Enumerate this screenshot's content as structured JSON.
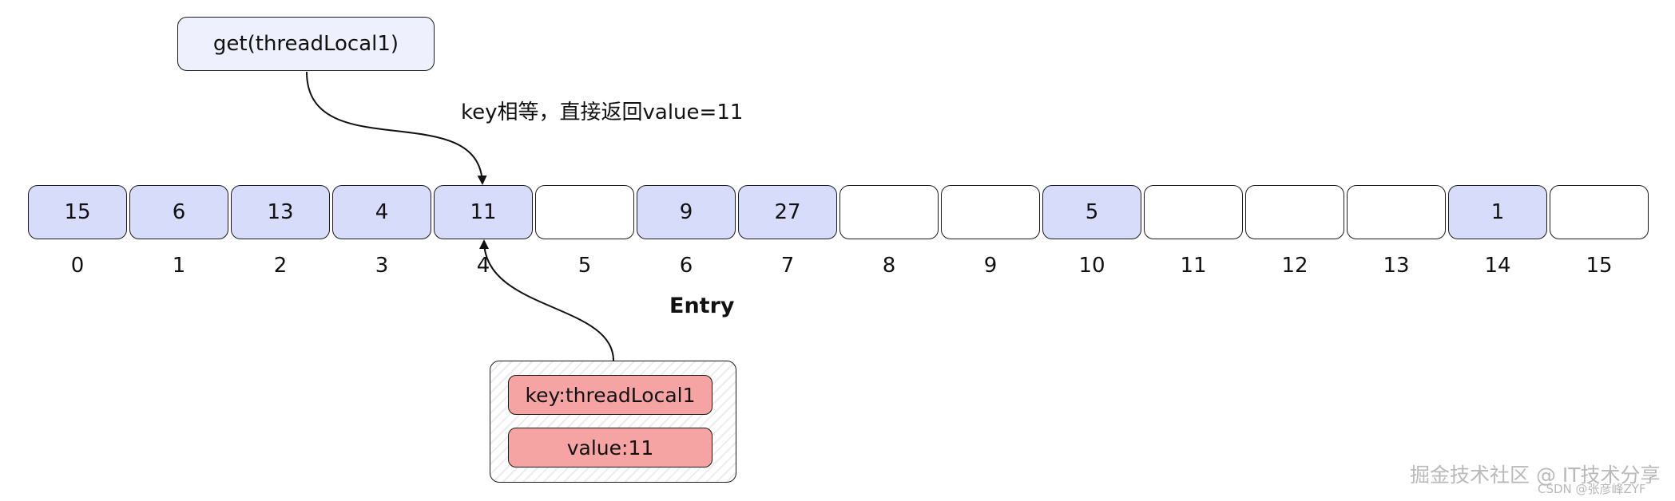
{
  "get_call": {
    "label": "get(threadLocal1)"
  },
  "annotation": {
    "text": "key相等，直接返回value=11"
  },
  "array": {
    "cells": [
      {
        "index": "0",
        "value": "15",
        "filled": true
      },
      {
        "index": "1",
        "value": "6",
        "filled": true
      },
      {
        "index": "2",
        "value": "13",
        "filled": true
      },
      {
        "index": "3",
        "value": "4",
        "filled": true
      },
      {
        "index": "4",
        "value": "11",
        "filled": true
      },
      {
        "index": "5",
        "value": "",
        "filled": false
      },
      {
        "index": "6",
        "value": "9",
        "filled": true
      },
      {
        "index": "7",
        "value": "27",
        "filled": true
      },
      {
        "index": "8",
        "value": "",
        "filled": false
      },
      {
        "index": "9",
        "value": "",
        "filled": false
      },
      {
        "index": "10",
        "value": "5",
        "filled": true
      },
      {
        "index": "11",
        "value": "",
        "filled": false
      },
      {
        "index": "12",
        "value": "",
        "filled": false
      },
      {
        "index": "13",
        "value": "",
        "filled": false
      },
      {
        "index": "14",
        "value": "1",
        "filled": true
      },
      {
        "index": "15",
        "value": "",
        "filled": false
      }
    ]
  },
  "entry": {
    "title": "Entry",
    "key": "key:threadLocal1",
    "value": "value:11"
  },
  "watermark": {
    "main": "掘金技术社区 @ IT技术分享",
    "sub": "CSDN @张彦峰ZYF"
  },
  "colors": {
    "filled_cell": "#d7dcfb",
    "get_box": "#eef0fd",
    "entry_field": "#f5a3a3",
    "stroke": "#1a1a1a"
  }
}
